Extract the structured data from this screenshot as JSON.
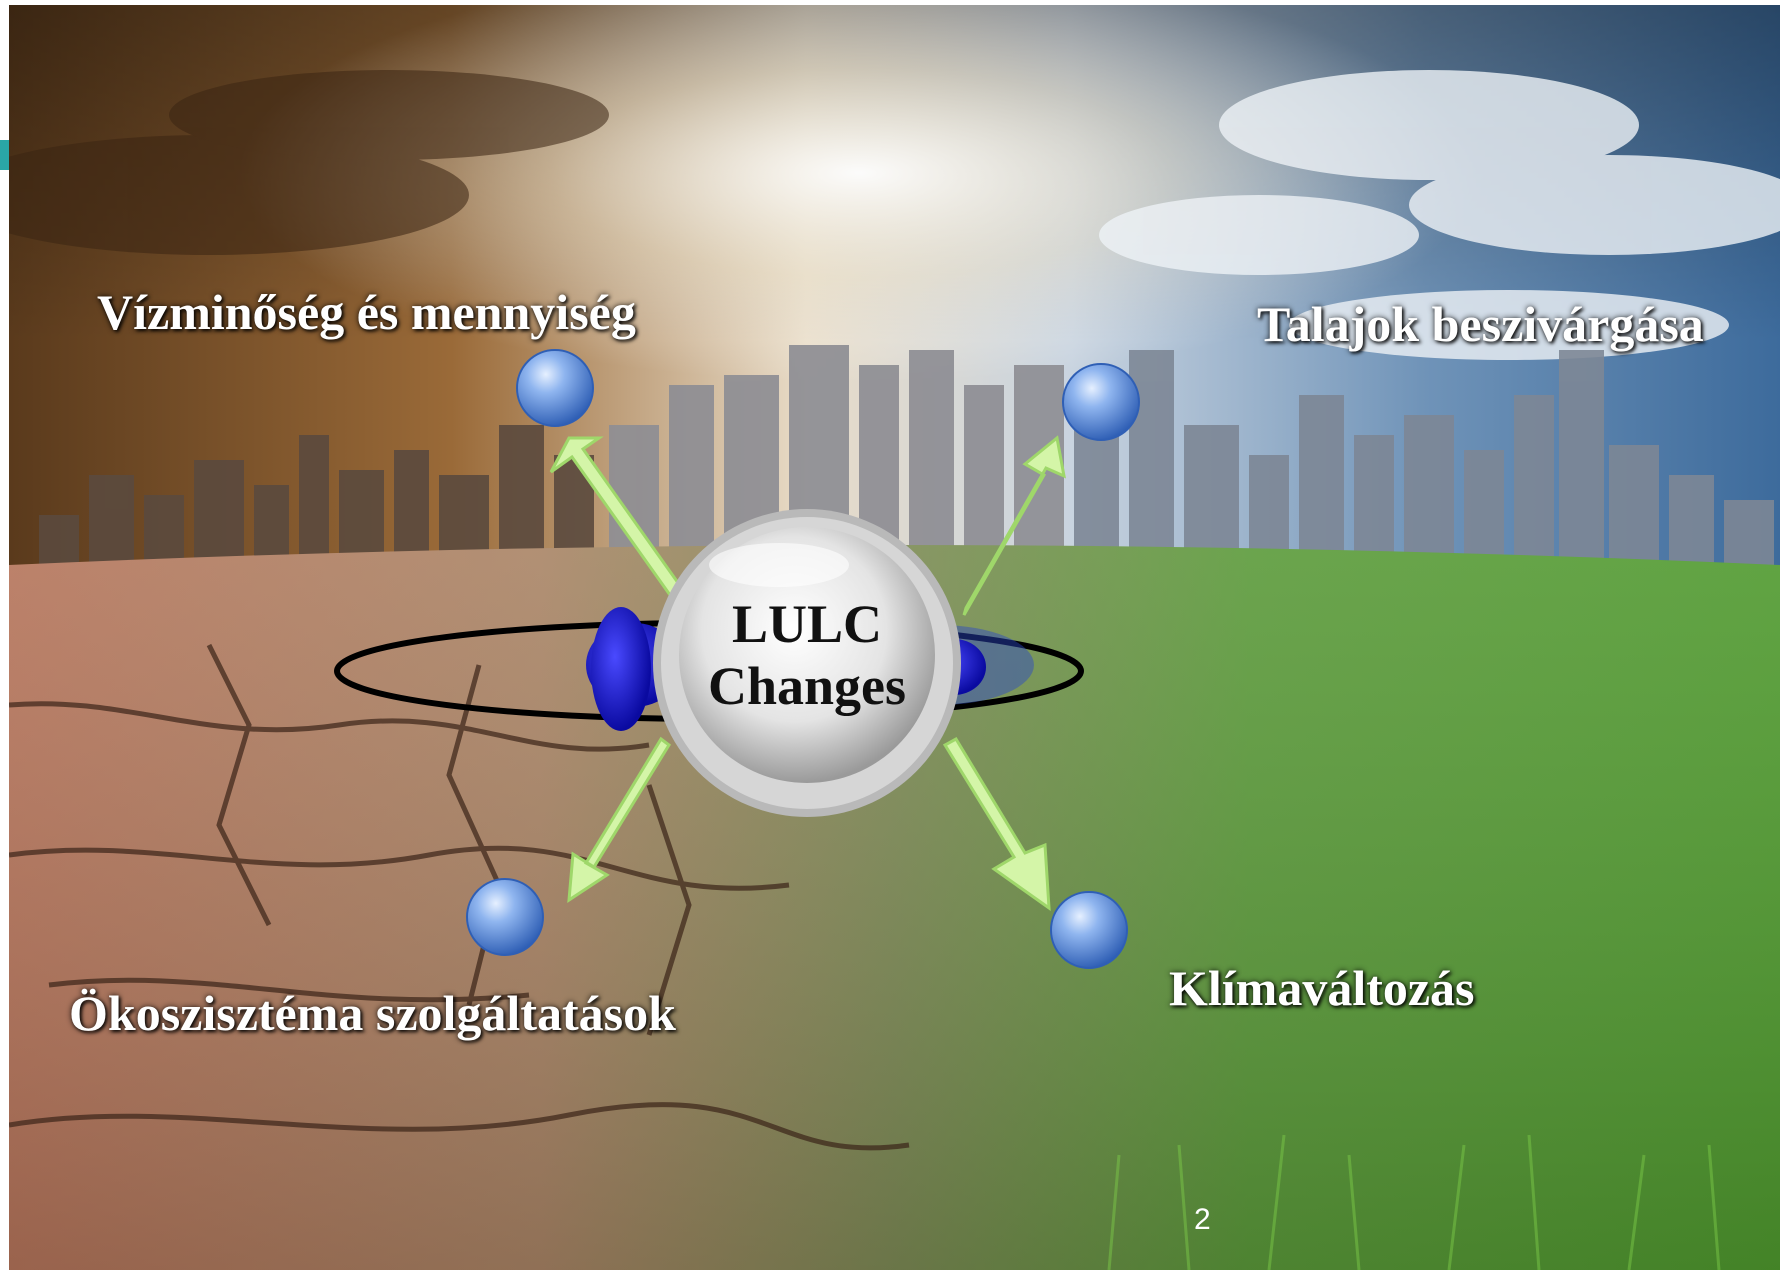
{
  "diagram": {
    "center": {
      "line1": "LULC",
      "line2": "Changes"
    },
    "nodes": [
      {
        "label": "Vízminőség és mennyiség"
      },
      {
        "label": "Talajok beszivárgása"
      },
      {
        "label": "Ökoszisztéma szolgáltatások"
      },
      {
        "label": "Klímaváltozás"
      }
    ]
  },
  "page_number": "2",
  "colors": {
    "arrow_fill": "#d4f5a8",
    "node_sphere": "#6f9fe0",
    "orbit_ring": "#000000",
    "inner_blob": "#1a1ad0",
    "label_text": "#ffffff"
  }
}
